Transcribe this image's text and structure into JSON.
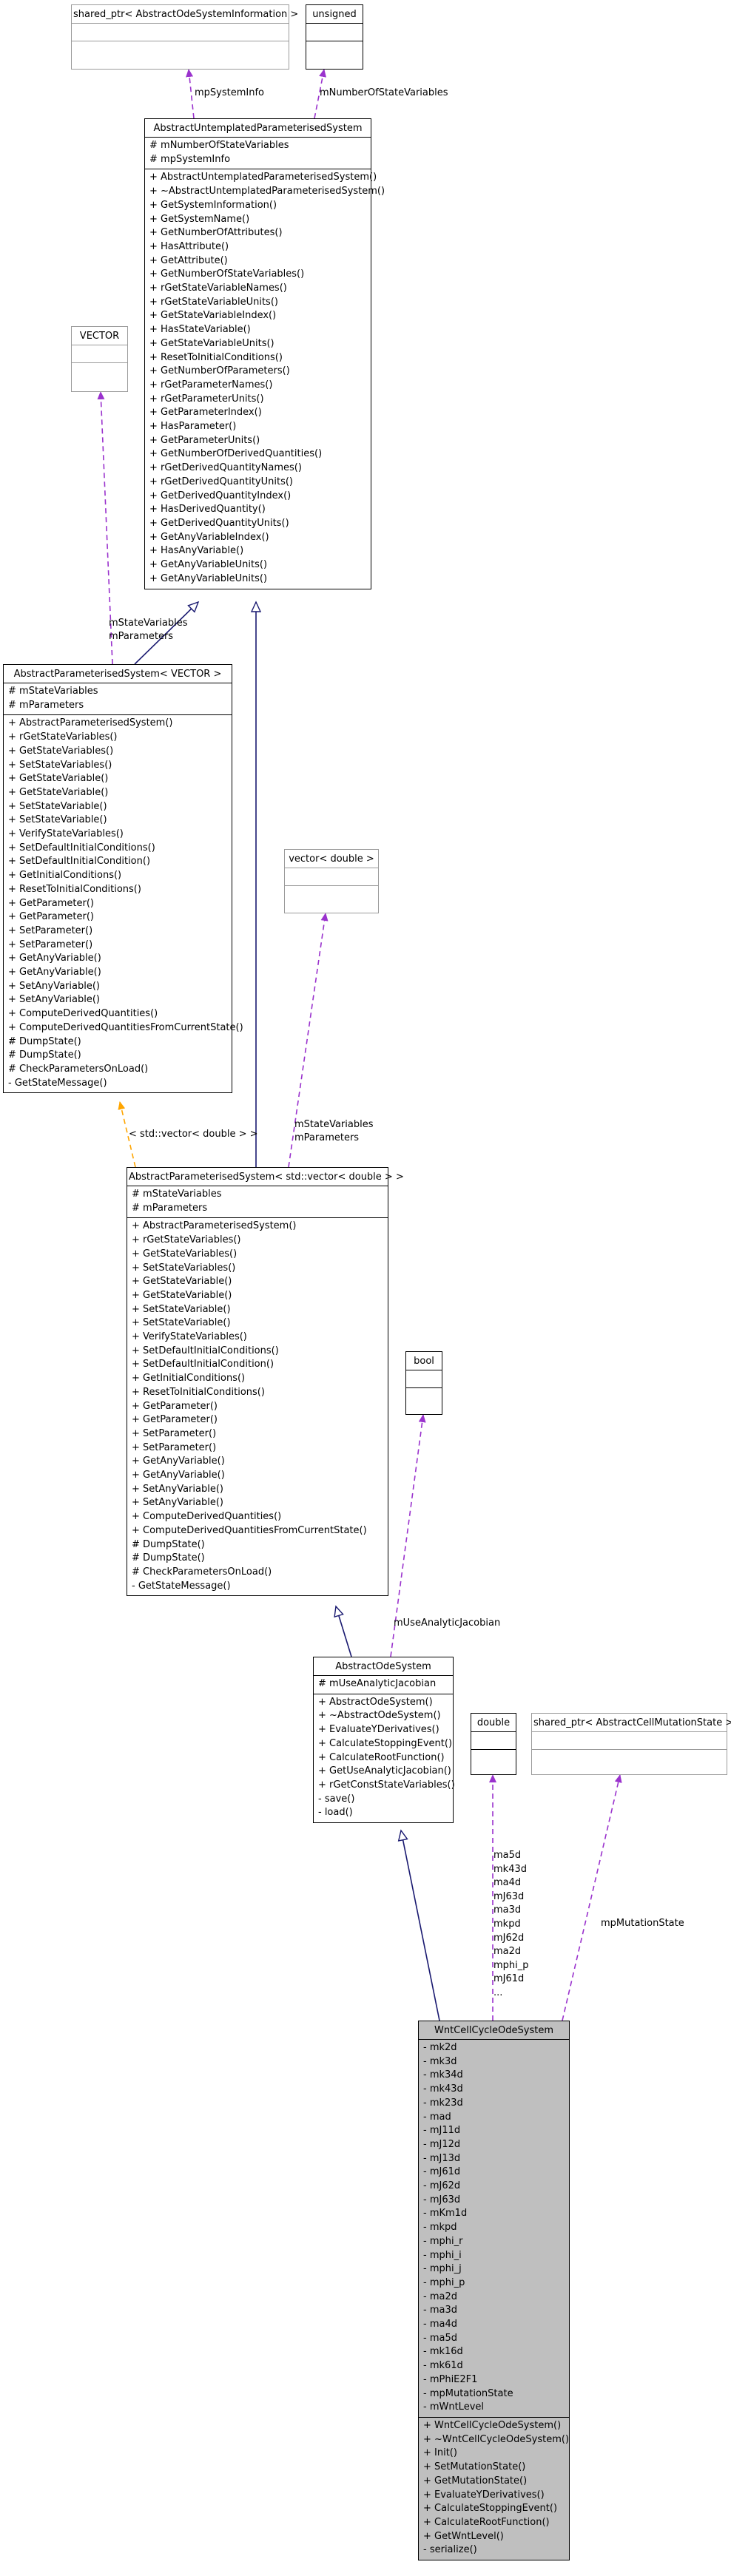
{
  "classes": {
    "shared_info": {
      "title": "shared_ptr< AbstractOdeSystemInformation >",
      "attributes": [],
      "methods": []
    },
    "unsigned": {
      "title": "unsigned",
      "attributes": [],
      "methods": []
    },
    "aups": {
      "title": "AbstractUntemplatedParameterisedSystem",
      "attributes": [
        "# mNumberOfStateVariables",
        "# mpSystemInfo"
      ],
      "methods": [
        "+ AbstractUntemplatedParameterisedSystem()",
        "+ ~AbstractUntemplatedParameterisedSystem()",
        "+ GetSystemInformation()",
        "+ GetSystemName()",
        "+ GetNumberOfAttributes()",
        "+ HasAttribute()",
        "+ GetAttribute()",
        "+ GetNumberOfStateVariables()",
        "+ rGetStateVariableNames()",
        "+ rGetStateVariableUnits()",
        "+ GetStateVariableIndex()",
        "+ HasStateVariable()",
        "+ GetStateVariableUnits()",
        "+ ResetToInitialConditions()",
        "+ GetNumberOfParameters()",
        "+ rGetParameterNames()",
        "+ rGetParameterUnits()",
        "+ GetParameterIndex()",
        "+ HasParameter()",
        "+ GetParameterUnits()",
        "+ GetNumberOfDerivedQuantities()",
        "+ rGetDerivedQuantityNames()",
        "+ rGetDerivedQuantityUnits()",
        "+ GetDerivedQuantityIndex()",
        "+ HasDerivedQuantity()",
        "+ GetDerivedQuantityUnits()",
        "+ GetAnyVariableIndex()",
        "+ HasAnyVariable()",
        "+ GetAnyVariableUnits()",
        "+ GetAnyVariableUnits()"
      ]
    },
    "vector_t": {
      "title": "VECTOR",
      "attributes": [],
      "methods": []
    },
    "aps_vector": {
      "title": "AbstractParameterisedSystem< VECTOR >",
      "attributes": [
        "# mStateVariables",
        "# mParameters"
      ],
      "methods": [
        "+ AbstractParameterisedSystem()",
        "+ rGetStateVariables()",
        "+ GetStateVariables()",
        "+ SetStateVariables()",
        "+ GetStateVariable()",
        "+ GetStateVariable()",
        "+ SetStateVariable()",
        "+ SetStateVariable()",
        "+ VerifyStateVariables()",
        "+ SetDefaultInitialConditions()",
        "+ SetDefaultInitialCondition()",
        "+ GetInitialConditions()",
        "+ ResetToInitialConditions()",
        "+ GetParameter()",
        "+ GetParameter()",
        "+ SetParameter()",
        "+ SetParameter()",
        "+ GetAnyVariable()",
        "+ GetAnyVariable()",
        "+ SetAnyVariable()",
        "+ SetAnyVariable()",
        "+ ComputeDerivedQuantities()",
        "+ ComputeDerivedQuantitiesFromCurrentState()",
        "# DumpState()",
        "# DumpState()",
        "# CheckParametersOnLoad()",
        "- GetStateMessage()"
      ]
    },
    "vector_double": {
      "title": "vector< double >",
      "attributes": [],
      "methods": []
    },
    "aps_stdvec": {
      "title": "AbstractParameterisedSystem< std::vector< double > >",
      "attributes": [
        "# mStateVariables",
        "# mParameters"
      ],
      "methods": [
        "+ AbstractParameterisedSystem()",
        "+ rGetStateVariables()",
        "+ GetStateVariables()",
        "+ SetStateVariables()",
        "+ GetStateVariable()",
        "+ GetStateVariable()",
        "+ SetStateVariable()",
        "+ SetStateVariable()",
        "+ VerifyStateVariables()",
        "+ SetDefaultInitialConditions()",
        "+ SetDefaultInitialCondition()",
        "+ GetInitialConditions()",
        "+ ResetToInitialConditions()",
        "+ GetParameter()",
        "+ GetParameter()",
        "+ SetParameter()",
        "+ SetParameter()",
        "+ GetAnyVariable()",
        "+ GetAnyVariable()",
        "+ SetAnyVariable()",
        "+ SetAnyVariable()",
        "+ ComputeDerivedQuantities()",
        "+ ComputeDerivedQuantitiesFromCurrentState()",
        "# DumpState()",
        "# DumpState()",
        "# CheckParametersOnLoad()",
        "- GetStateMessage()"
      ]
    },
    "bool_t": {
      "title": "bool",
      "attributes": [],
      "methods": []
    },
    "aos": {
      "title": "AbstractOdeSystem",
      "attributes": [
        "# mUseAnalyticJacobian"
      ],
      "methods": [
        "+ AbstractOdeSystem()",
        "+ ~AbstractOdeSystem()",
        "+ EvaluateYDerivatives()",
        "+ CalculateStoppingEvent()",
        "+ CalculateRootFunction()",
        "+ GetUseAnalyticJacobian()",
        "+ rGetConstStateVariables()",
        "- save()",
        "- load()"
      ]
    },
    "double_t": {
      "title": "double",
      "attributes": [],
      "methods": []
    },
    "shared_mut": {
      "title": "shared_ptr< AbstractCellMutationState >",
      "attributes": [],
      "methods": []
    },
    "wnt": {
      "title": "WntCellCycleOdeSystem",
      "attributes": [
        "- mk2d",
        "- mk3d",
        "- mk34d",
        "- mk43d",
        "- mk23d",
        "- mad",
        "- mJ11d",
        "- mJ12d",
        "- mJ13d",
        "- mJ61d",
        "- mJ62d",
        "- mJ63d",
        "- mKm1d",
        "- mkpd",
        "- mphi_r",
        "- mphi_i",
        "- mphi_j",
        "- mphi_p",
        "- ma2d",
        "- ma3d",
        "- ma4d",
        "- ma5d",
        "- mk16d",
        "- mk61d",
        "- mPhiE2F1",
        "- mpMutationState",
        "- mWntLevel"
      ],
      "methods": [
        "+ WntCellCycleOdeSystem()",
        "+ ~WntCellCycleOdeSystem()",
        "+ Init()",
        "+ SetMutationState()",
        "+ GetMutationState()",
        "+ EvaluateYDerivatives()",
        "+ CalculateStoppingEvent()",
        "+ CalculateRootFunction()",
        "+ GetWntLevel()",
        "- serialize()"
      ]
    }
  },
  "edge_labels": {
    "mpSystemInfo": "mpSystemInfo",
    "mNumberOfStateVariables": "mNumberOfStateVariables",
    "stateParams1": [
      "mStateVariables",
      "mParameters"
    ],
    "stateParams2": [
      "mStateVariables",
      "mParameters"
    ],
    "template_arg": "< std::vector< double > >",
    "mUseAnalyticJacobian": "mUseAnalyticJacobian",
    "double_members": [
      "ma5d",
      "mk43d",
      "ma4d",
      "mJ63d",
      "ma3d",
      "mkpd",
      "mJ62d",
      "ma2d",
      "mphi_p",
      "mJ61d",
      "..."
    ],
    "mpMutationState": "mpMutationState"
  },
  "colors": {
    "inheritance": "#191970",
    "usage": "#9a32cd",
    "template": "#ffa500",
    "focus_fill": "#bfbfbf",
    "ghost_border": "#9a9a9a"
  }
}
